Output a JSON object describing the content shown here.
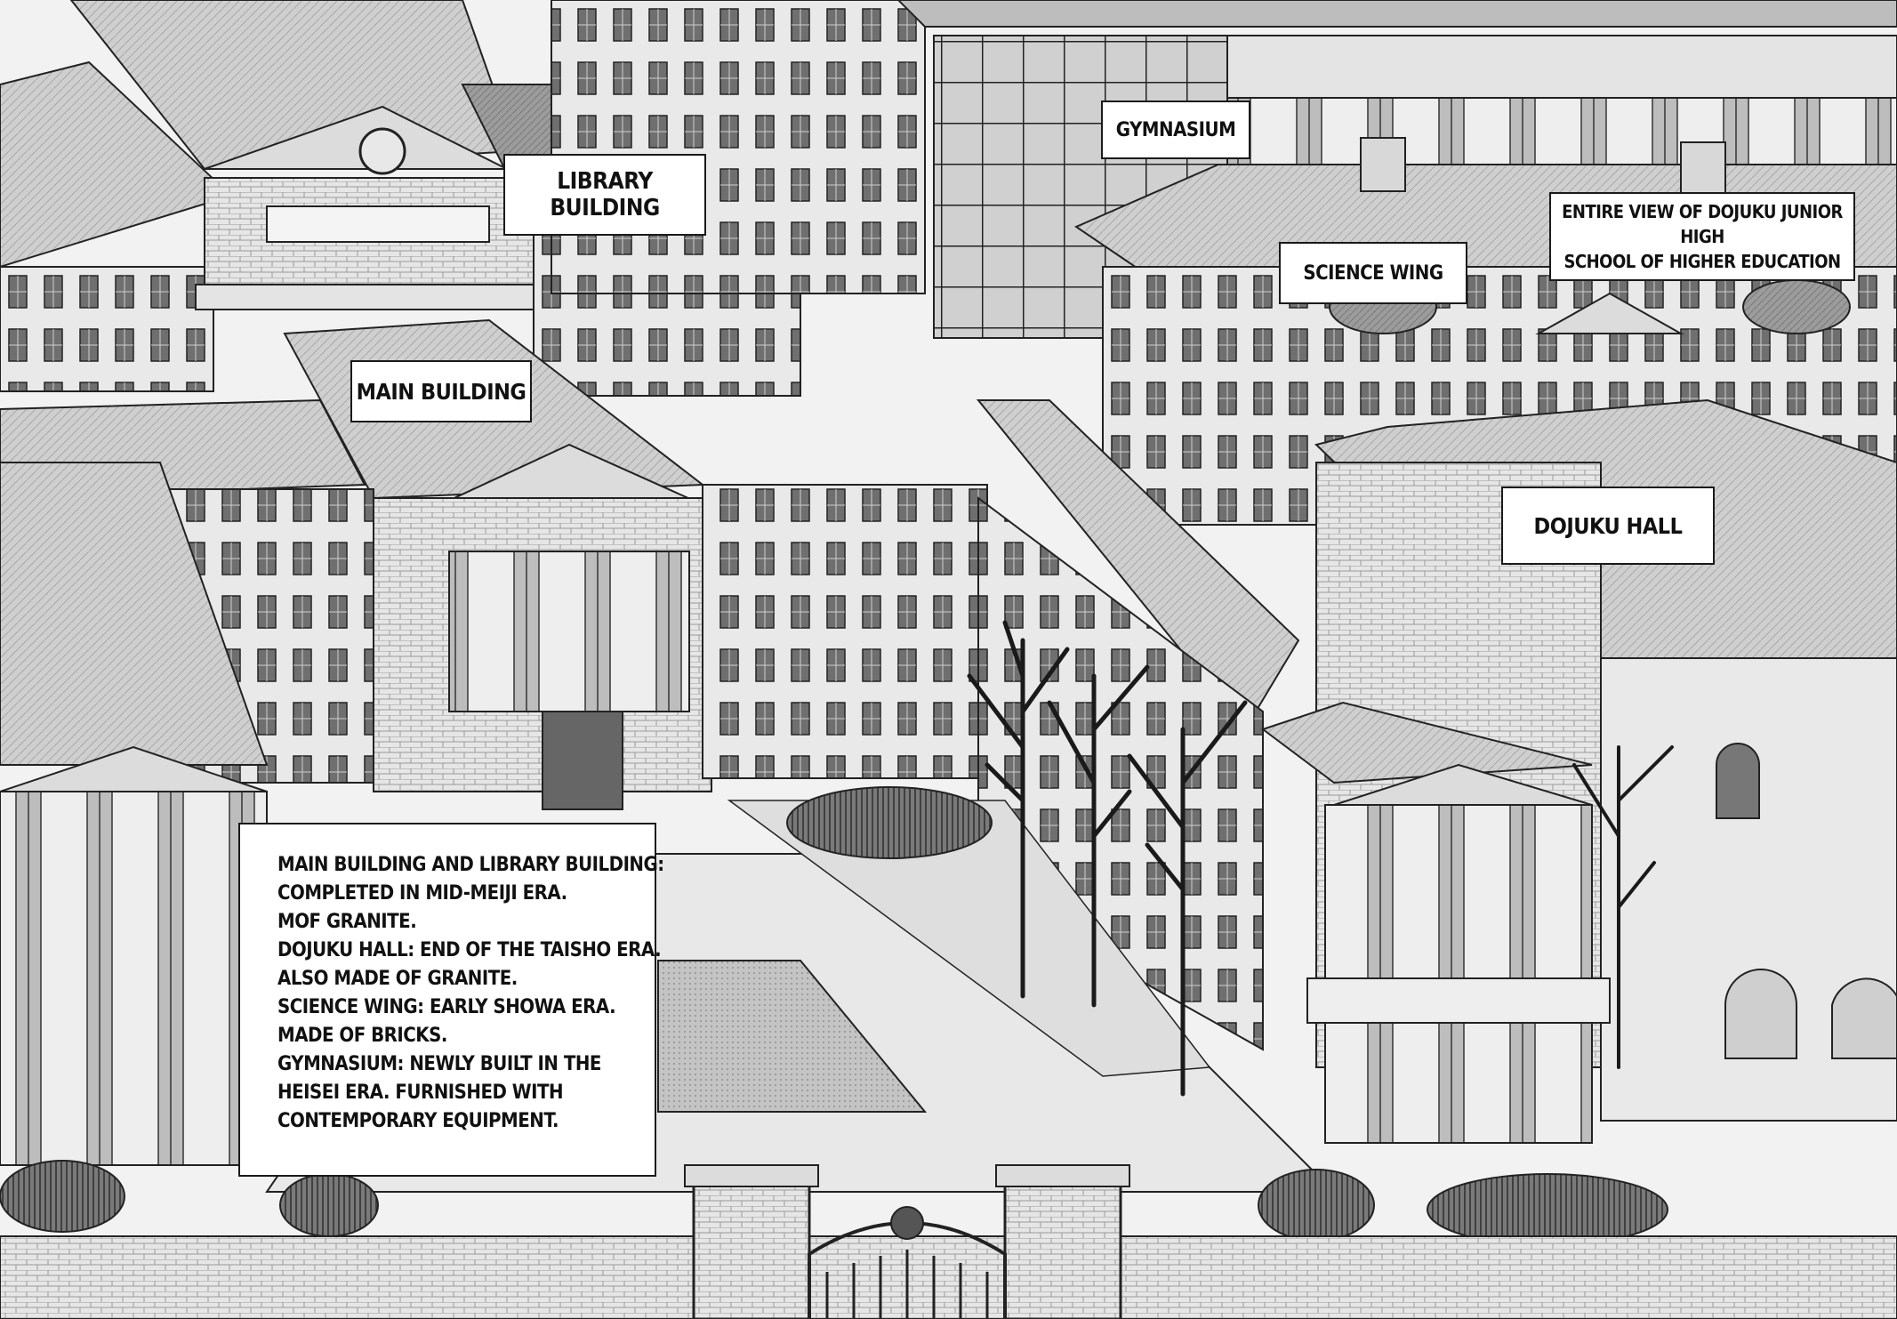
{
  "captions": {
    "library_building": "LIBRARY BUILDING",
    "main_building": "MAIN BUILDING",
    "gymnasium": "GYMNASIUM",
    "science_wing": "SCIENCE WING",
    "entire_view_line1": "ENTIRE VIEW OF DOJUKU JUNIOR HIGH",
    "entire_view_line2": "SCHOOL OF HIGHER EDUCATION",
    "dojuku_hall": "DOJUKU HALL"
  },
  "info_box": {
    "lines": [
      "MAIN BUILDING AND LIBRARY BUILDING:",
      "COMPLETED IN MID-MEIJI ERA.",
      "MOF GRANITE.",
      "DOJUKU HALL: END OF THE TAISHO ERA.",
      "ALSO MADE OF GRANITE.",
      "SCIENCE WING: EARLY SHOWA ERA.",
      "MADE OF BRICKS.",
      "GYMNASIUM: NEWLY BUILT IN THE",
      "HEISEI ERA.  FURNISHED WITH",
      "CONTEMPORARY EQUIPMENT."
    ]
  },
  "colors": {
    "ink": "#1a1a1a",
    "paper": "#ffffff",
    "tone_light": "#d9d9d9",
    "tone_mid": "#bdbdbd",
    "tone_dark": "#8a8a8a"
  }
}
